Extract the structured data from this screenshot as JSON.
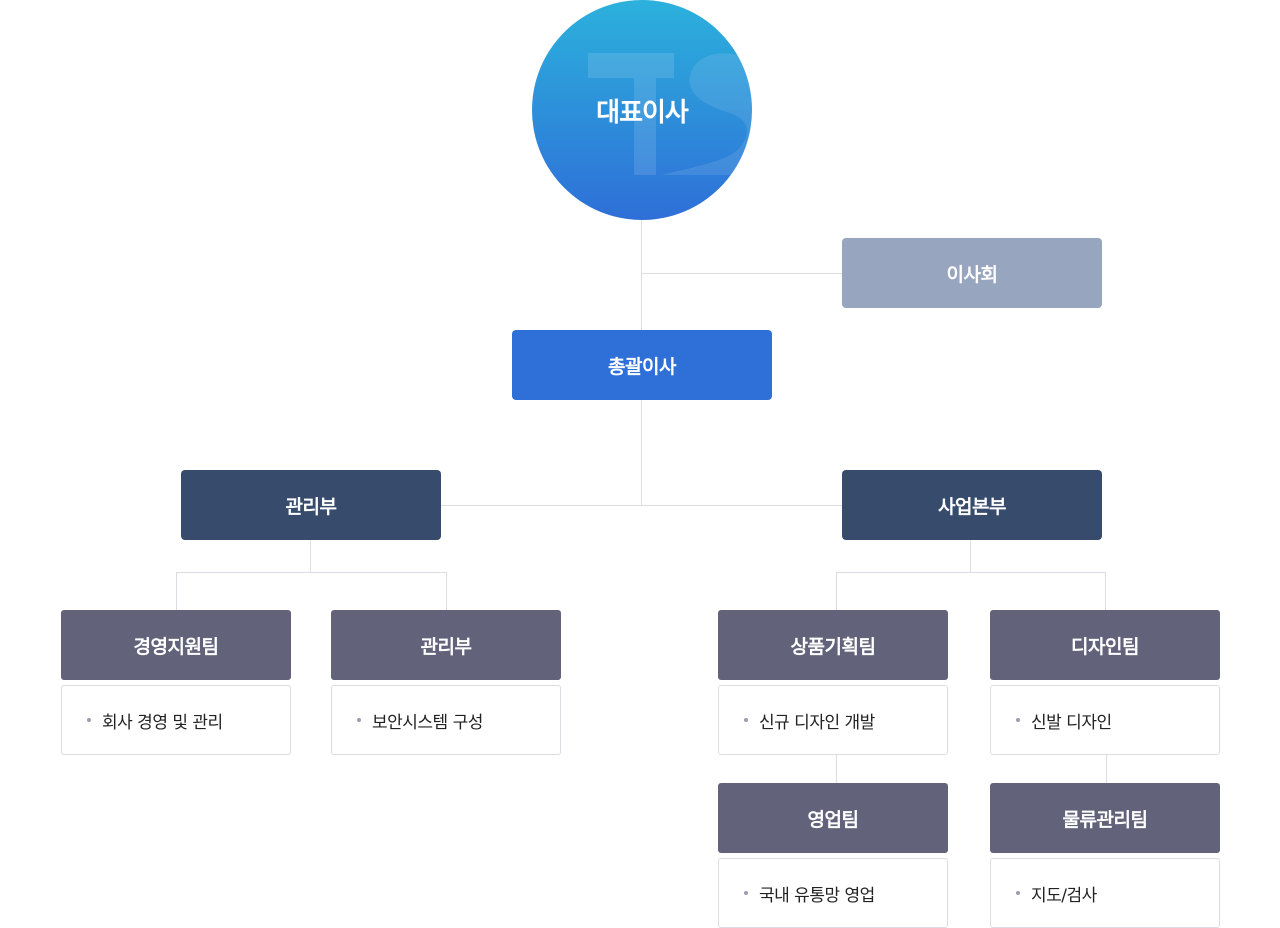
{
  "ceo": {
    "label": "대표이사"
  },
  "board": {
    "label": "이사회"
  },
  "general_manager": {
    "label": "총괄이사"
  },
  "departments": [
    {
      "label": "관리부"
    },
    {
      "label": "사업본부"
    }
  ],
  "teams": [
    {
      "label": "경영지원팀",
      "description": "회사 경영 및 관리"
    },
    {
      "label": "관리부",
      "description": "보안시스템 구성"
    },
    {
      "label": "상품기획팀",
      "description": "신규 디자인 개발"
    },
    {
      "label": "디자인팀",
      "description": "신발 디자인"
    },
    {
      "label": "영업팀",
      "description": "국내 유통망 영업"
    },
    {
      "label": "물류관리팀",
      "description": "지도/검사"
    }
  ],
  "colors": {
    "ceo_gradient_top": "#2cb1dc",
    "ceo_gradient_bottom": "#2e6fd8",
    "board": "#97a5bf",
    "general_manager": "#2e6fd8",
    "department": "#374b6c",
    "team": "#62637a",
    "connector": "#dcdde3"
  }
}
